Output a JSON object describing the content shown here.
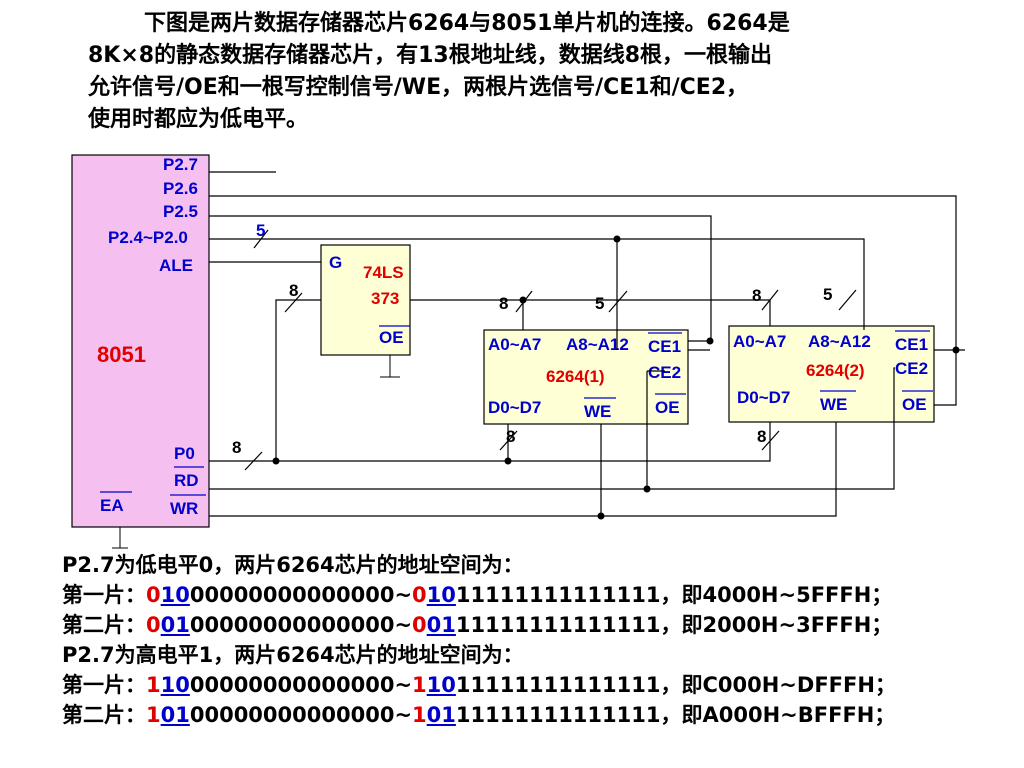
{
  "intro": {
    "lines": [
      "下图是两片数据存储器芯片6264与8051单片机的连接。6264是",
      "8K×8的静态数据存储器芯片，有13根地址线，数据线8根，一根输出",
      "允许信号/OE和一根写控制信号/WE，两根片选信号/CE1和/CE2，",
      "使用时都应为低电平。"
    ]
  },
  "mcu": {
    "name": "8051",
    "pins": [
      "P2.7",
      "P2.6",
      "P2.5",
      "P2.4~P2.0",
      "ALE",
      "P0",
      "RD",
      "WR",
      "EA"
    ]
  },
  "latch": {
    "name_line1": "74LS",
    "name_line2": "373",
    "g_label": "G",
    "oe_label": "OE"
  },
  "chip1": {
    "name": "6264(1)",
    "addr_low": "A0~A7",
    "addr_high": "A8~A12",
    "ce1": "CE1",
    "ce2": "CE2",
    "data": "D0~D7",
    "we": "WE",
    "oe": "OE"
  },
  "chip2": {
    "name": "6264(2)",
    "addr_low": "A0~A7",
    "addr_high": "A8~A12",
    "ce1": "CE1",
    "ce2": "CE2",
    "data": "D0~D7",
    "we": "WE",
    "oe": "OE"
  },
  "bus_labels": {
    "p2_low": "5",
    "latch_in": "8",
    "chip1_addr_low": "8",
    "chip1_addr_high": "5",
    "chip2_addr_low": "8",
    "chip2_addr_high": "5",
    "p0": "8",
    "chip1_data": "8",
    "chip2_data": "8"
  },
  "results": {
    "low_heading": "P2.7为低电平0，两片6264芯片的地址空间为：",
    "high_heading": "P2.7为高电平1，两片6264芯片的地址空间为：",
    "rows_low": [
      {
        "prefix": "第一片：",
        "a_first": "0",
        "a_ul": "10",
        "a_rest": "00000000000000",
        "tilde": "~",
        "b_first": "0",
        "b_ul": "10",
        "b_rest": "11111111111111",
        "suffix": "，即4000H~5FFFH；"
      },
      {
        "prefix": "第二片：",
        "a_first": "0",
        "a_ul": "01",
        "a_rest": "00000000000000",
        "tilde": "~",
        "b_first": "0",
        "b_ul": "01",
        "b_rest": "11111111111111",
        "suffix": "，即2000H~3FFFH；"
      }
    ],
    "rows_high": [
      {
        "prefix": "第一片：",
        "a_first": "1",
        "a_ul": "10",
        "a_rest": "00000000000000",
        "tilde": "~",
        "b_first": "1",
        "b_ul": "10",
        "b_rest": "11111111111111",
        "suffix": "，即C000H~DFFFH；"
      },
      {
        "prefix": "第二片：",
        "a_first": "1",
        "a_ul": "01",
        "a_rest": "00000000000000",
        "tilde": "~",
        "b_first": "1",
        "b_ul": "01",
        "b_rest": "11111111111111",
        "suffix": "，即A000H~BFFFH；"
      }
    ]
  },
  "colors": {
    "mcu_fill": "#f5bfef",
    "chip_fill": "#ffffd6",
    "label_blue": "#0000cc",
    "label_red": "#e00000",
    "wire": "#000000"
  }
}
